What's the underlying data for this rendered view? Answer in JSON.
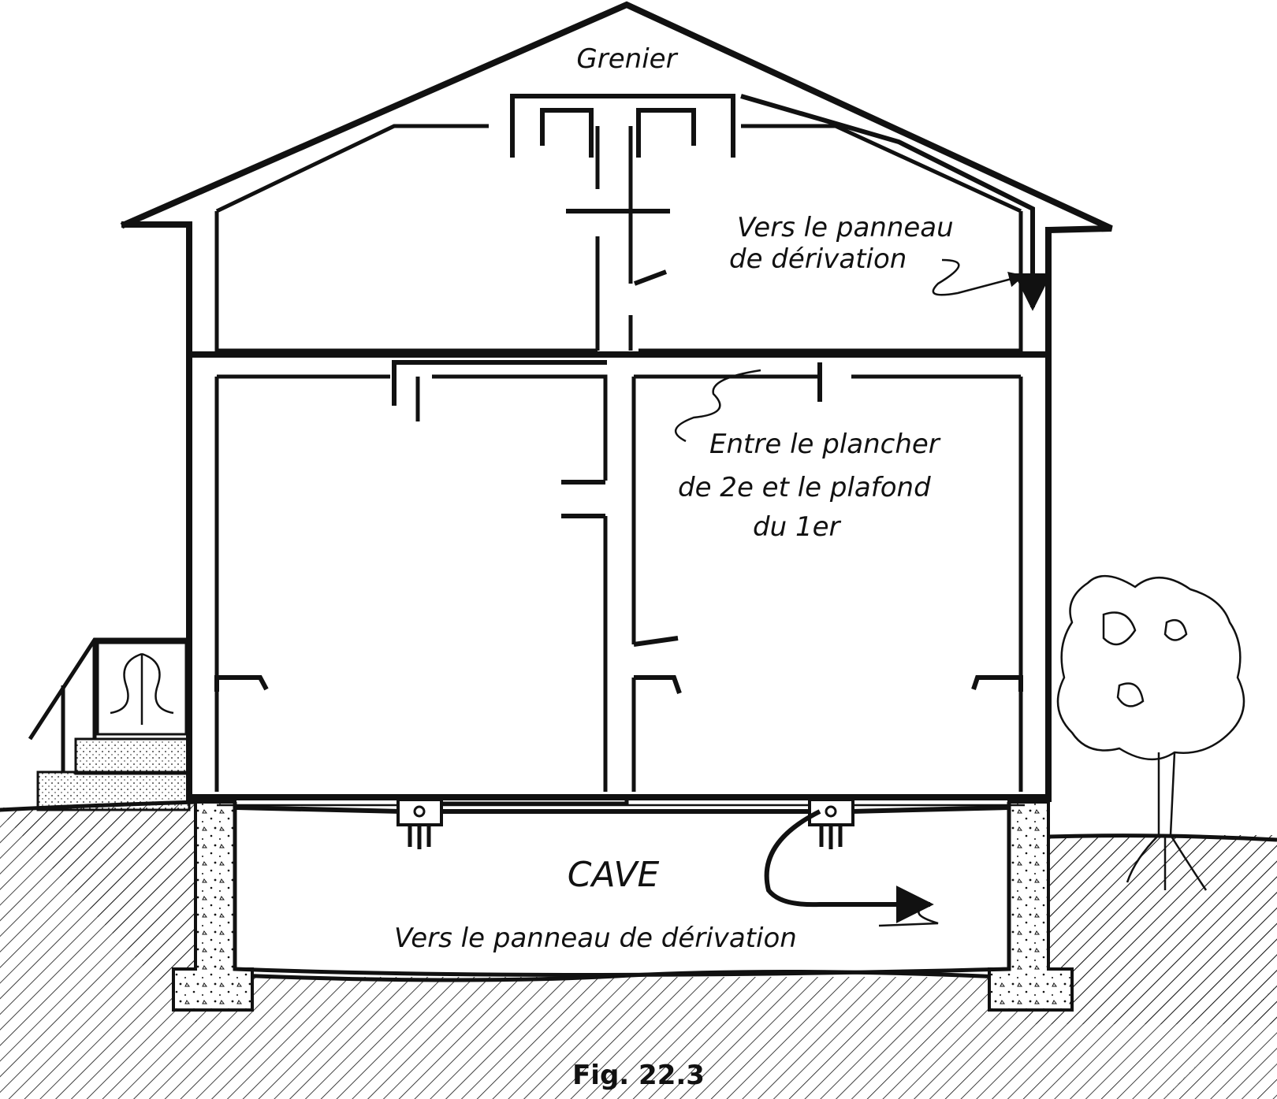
{
  "labels": {
    "attic": "Grenier",
    "to_panel_top_line1": "Vers le panneau",
    "to_panel_top_line2": "de dérivation",
    "between_floors_line1": "Entre le plancher",
    "between_floors_line2": "de 2e et le plafond",
    "between_floors_line3": "du 1er",
    "basement": "CAVE",
    "to_panel_bottom": "Vers le panneau de dérivation"
  },
  "caption": "Fig. 22.3",
  "colors": {
    "ink": "#111111",
    "paper": "#ffffff"
  }
}
